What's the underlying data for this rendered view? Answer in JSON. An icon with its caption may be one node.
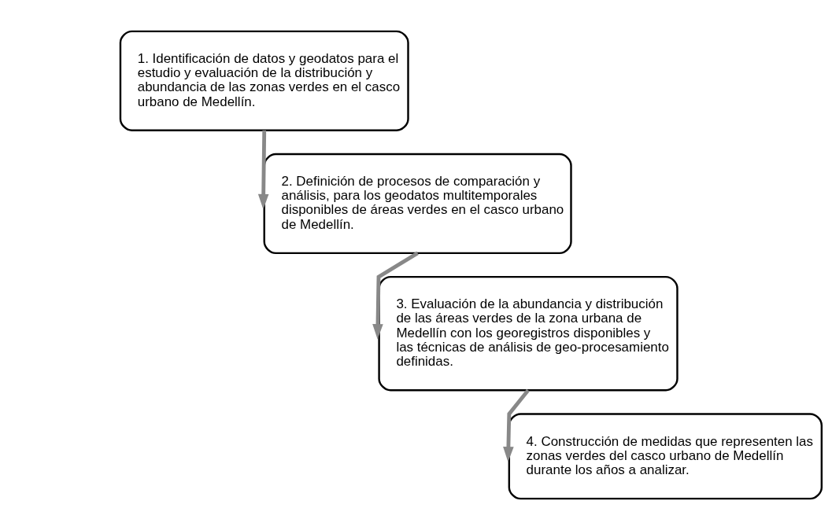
{
  "diagram": {
    "nodes": [
      {
        "text": [
          "1. Identificación de datos y geodatos para el estudio y evaluación de la distribución y abundancia de las zonas verdes en el casco urbano de Medellín."
        ]
      },
      {
        "text": [
          "2. Definición de procesos de comparación y análisis, para los geodatos multitemporales disponibles de áreas verdes en el casco urbano de Medellín."
        ]
      },
      {
        "text": [
          "3. Evaluación de la abundancia y distribución de las áreas verdes de la zona urbana de Medellín con los georegistros disponibles y las técnicas de análisis de geo-procesamiento definidas."
        ]
      },
      {
        "text": [
          "4. Construcción de medidas que representen las zonas verdes del casco urbano de Medellín durante los años a analizar."
        ]
      }
    ],
    "edges": [
      {
        "from": 0,
        "to": 1,
        "arrow": "to"
      },
      {
        "from": 1,
        "to": 2,
        "arrow": "to"
      },
      {
        "from": 2,
        "to": 3,
        "arrow": "to"
      }
    ]
  }
}
